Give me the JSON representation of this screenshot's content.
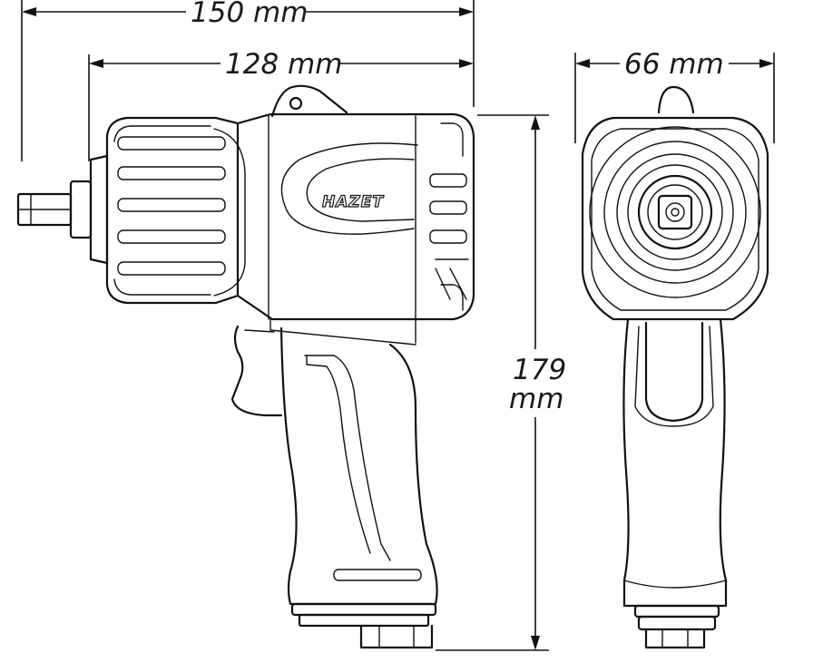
{
  "dimensions": {
    "overall_length": "150 mm",
    "body_length": "128 mm",
    "width": "66 mm",
    "height_value": "179",
    "height_unit": "mm"
  },
  "brand": {
    "logo_text": "HAZET"
  }
}
